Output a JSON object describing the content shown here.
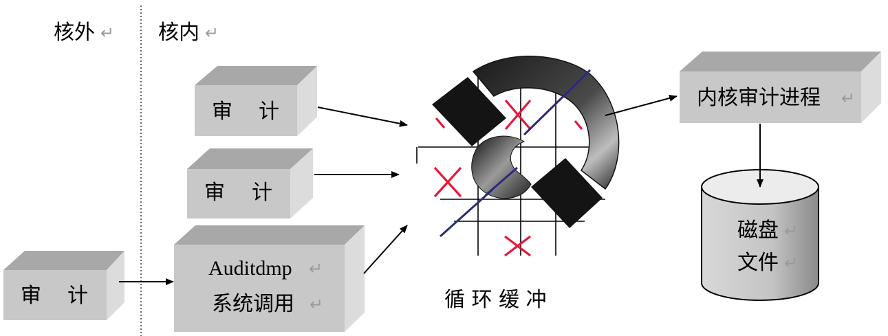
{
  "zones": {
    "outside": "核外",
    "inside": "核内"
  },
  "return_mark": "↵",
  "boxes": {
    "audit_top": {
      "line1": "审",
      "line2": "计"
    },
    "audit_mid": {
      "line1": "审",
      "line2": "计"
    },
    "audit_left": {
      "line1": "审",
      "line2": "计"
    },
    "auditdmp": {
      "line1": "Auditdmp",
      "line2": "系统调用"
    },
    "kernel_process": {
      "label": "内核审计进程"
    }
  },
  "buffer": {
    "label": "循 环 缓 冲"
  },
  "disk": {
    "line1": "磁盘",
    "line2": "文件"
  },
  "colors": {
    "box_front": "#c8c8c8",
    "box_top": "#a8a8a8",
    "box_side": "#dcdcdc",
    "x_mark": "#e8163a",
    "ring_dark": "#141414",
    "blue_line": "#2a2a7a"
  }
}
